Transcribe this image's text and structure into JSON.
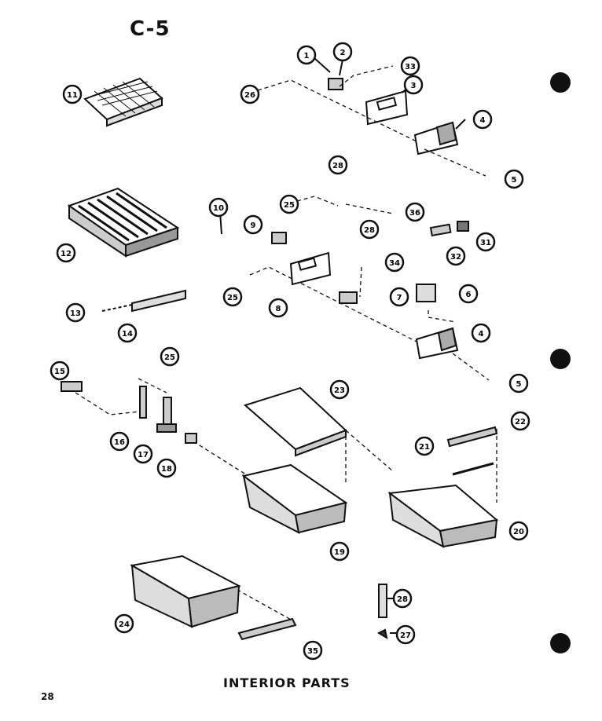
{
  "header": {
    "page_code": "C-5"
  },
  "footer": {
    "title": "INTERIOR PARTS",
    "page_number": "28"
  },
  "callouts": [
    "1",
    "2",
    "33",
    "3",
    "4",
    "5",
    "26",
    "11",
    "28",
    "25",
    "36",
    "10",
    "9",
    "28",
    "31",
    "32",
    "12",
    "34",
    "8",
    "25",
    "7",
    "6",
    "13",
    "14",
    "4",
    "5",
    "25",
    "15",
    "23",
    "22",
    "16",
    "17",
    "21",
    "18",
    "20",
    "19",
    "24",
    "28",
    "27",
    "35"
  ]
}
